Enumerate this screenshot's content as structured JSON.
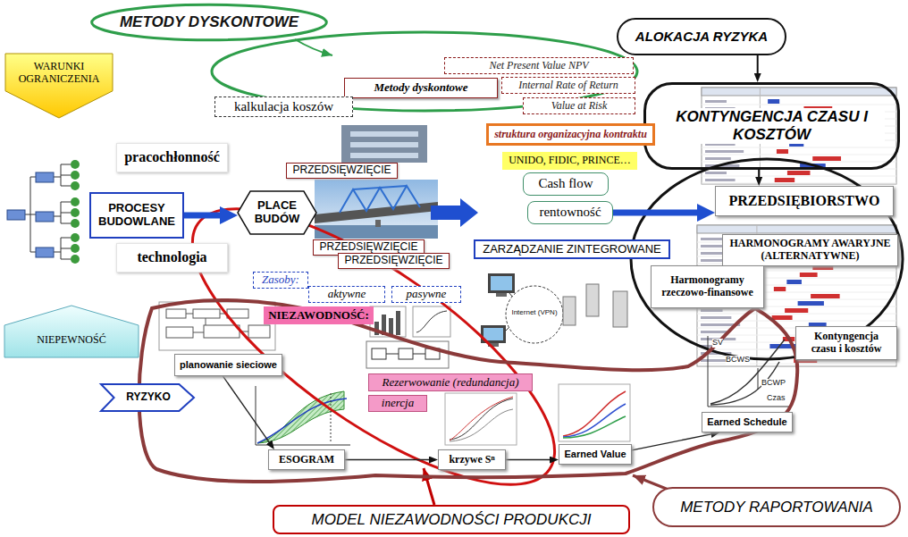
{
  "diagram": {
    "nodes": [
      {
        "text": [
          "METODY DYSKONTOWE"
        ]
      },
      {
        "text": [
          "ALOKACJA RYZYKA"
        ]
      },
      {
        "text": [
          "WARUNKI OGRANICZENIA"
        ]
      },
      {
        "text": [
          "Net Present Value NPV"
        ]
      },
      {
        "text": [
          "Metody dyskontowe"
        ]
      },
      {
        "text": [
          "Internal Rate of Return"
        ]
      },
      {
        "text": [
          "kalkulacja koszów"
        ]
      },
      {
        "text": [
          "Value at Risk"
        ]
      },
      {
        "text": [
          "KONTYNGENCJA CZASU I KOSZTÓW"
        ]
      },
      {
        "text": [
          "struktura organizacyjna kontraktu"
        ]
      },
      {
        "text": [
          "pracochłonność"
        ]
      },
      {
        "text": [
          "UNIDO, FIDIC, PRINCE…"
        ]
      },
      {
        "text": [
          "PRZEDSIĘWZIĘCIE"
        ]
      },
      {
        "text": [
          "Cash flow"
        ]
      },
      {
        "text": [
          "PRZEDSIĘBIORSTWO"
        ]
      },
      {
        "text": [
          "PROCESY BUDOWLANE"
        ]
      },
      {
        "text": [
          "PLACE BUDÓW"
        ]
      },
      {
        "text": [
          "rentowność"
        ]
      },
      {
        "text": [
          "ZARZĄDZANIE ZINTEGROWANE"
        ]
      },
      {
        "text": [
          "PRZEDSIĘWZIĘCIE"
        ]
      },
      {
        "text": [
          "HARMONOGRAMY AWARYJNE (ALTERNATYWNE)"
        ]
      },
      {
        "text": [
          "technologia"
        ]
      },
      {
        "text": [
          "PRZEDSIĘWZIĘCIE"
        ]
      },
      {
        "text": [
          "Harmonogramy rzeczowo-finansowe"
        ]
      },
      {
        "text": [
          "Zasoby:"
        ]
      },
      {
        "text": [
          "aktywne"
        ]
      },
      {
        "text": [
          "pasywne"
        ]
      },
      {
        "text": [
          "NIEZAWODNOŚĆ:"
        ]
      },
      {
        "text": [
          "NIEPEWNOŚĆ"
        ]
      },
      {
        "text": [
          "Kontyngencja czasu i kosztów"
        ]
      },
      {
        "text": [
          "planowanie sieciowe"
        ]
      },
      {
        "text": [
          "Rezerwowanie (redundancja)"
        ]
      },
      {
        "text": [
          "RYZYKO"
        ]
      },
      {
        "text": [
          "inercja"
        ]
      },
      {
        "text": [
          "Earned Schedule"
        ]
      },
      {
        "text": [
          "Earned Value"
        ]
      },
      {
        "text": [
          "ESOGRAM"
        ]
      },
      {
        "text": [
          "krzywe Sⁿ"
        ]
      },
      {
        "text": [
          "METODY RAPORTOWANIA"
        ]
      },
      {
        "text": [
          "MODEL NIEZAWODNOŚCI PRODUKCJI"
        ]
      }
    ],
    "edges": [
      {
        "from": 1,
        "to": 8,
        "arrow": "to"
      },
      {
        "from": 8,
        "to": 14,
        "arrow": "to"
      },
      {
        "from": 15,
        "to": 16,
        "arrow": "to"
      },
      {
        "from": 17,
        "to": 14,
        "arrow": "to"
      },
      {
        "from": 30,
        "to": 36,
        "arrow": "to"
      },
      {
        "from": 36,
        "to": 37,
        "arrow": "to"
      },
      {
        "from": 37,
        "to": 35,
        "arrow": "to"
      },
      {
        "from": 35,
        "to": 34,
        "arrow": "to"
      }
    ],
    "labels": [
      "Internet (VPN)",
      "SV",
      "BCWS",
      "BCWP",
      "Czas"
    ]
  }
}
